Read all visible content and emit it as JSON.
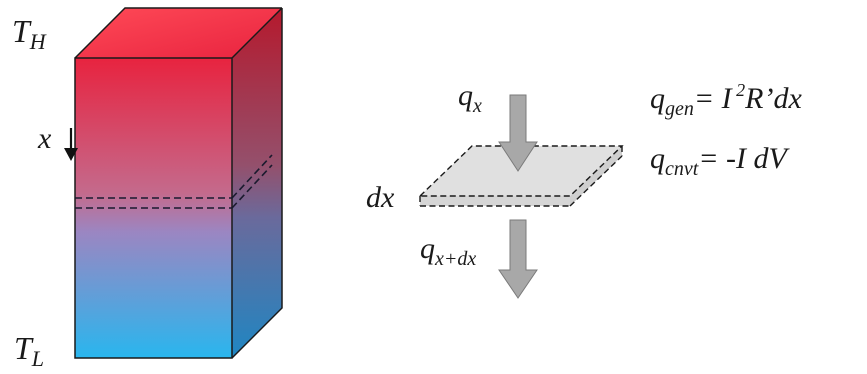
{
  "labels": {
    "t_hot": {
      "main": "T",
      "sub": "H"
    },
    "t_cold": {
      "main": "T",
      "sub": "L"
    },
    "x_axis": "x",
    "dx": "dx",
    "q_in": {
      "main": "q",
      "sub": "x"
    },
    "q_out": {
      "main": "q",
      "sub": "x+dx"
    }
  },
  "equations": {
    "q_gen": {
      "lhs": "q",
      "sub": "gen",
      "rhs_pre": "= I",
      "sup": " 2",
      "rhs_post": "R’dx"
    },
    "q_cnvt": {
      "lhs": "q",
      "sub": "cnvt",
      "rhs": "= -I dV"
    }
  },
  "colors": {
    "hot": "#e8233f",
    "mid": "#9b86c2",
    "cold": "#29b6ee",
    "top_face": "#ff3a4c",
    "slab_fill": "#e0e0e0",
    "arrow_fill": "#a8a8a8",
    "outline": "#1a1a1a"
  }
}
